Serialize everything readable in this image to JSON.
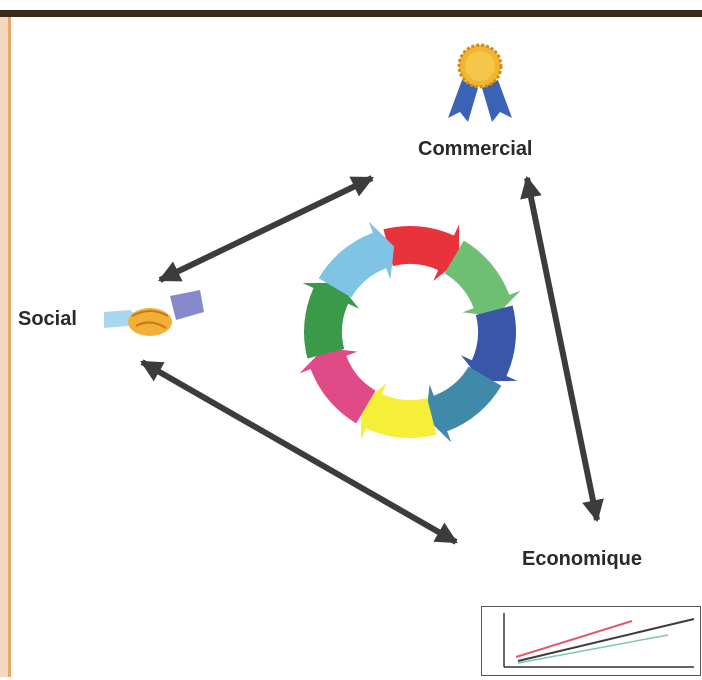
{
  "nodes": {
    "commercial": "Commercial",
    "social": "Social",
    "economique": "Economique"
  },
  "icons": {
    "commercial": "award-ribbon-icon",
    "social": "handshake-icon",
    "center": "cycle-arrows-icon",
    "corner": "line-chart-thumbnail-icon"
  },
  "colors": {
    "frame_top": "#3a2a1e",
    "frame_left": "#e8a86a",
    "arrow": "#3c3c3c",
    "cycle": [
      "#e8323c",
      "#6fbf73",
      "#3a56a8",
      "#3f8aa8",
      "#f5ef3a",
      "#e04a86",
      "#3a9a4a",
      "#7fc4e4"
    ],
    "medal_gold": "#f2b531",
    "medal_ribbon": "#3b63b5",
    "chart_lines": [
      "#e05a6a",
      "#3c3c3c",
      "#7fc4b4"
    ]
  }
}
